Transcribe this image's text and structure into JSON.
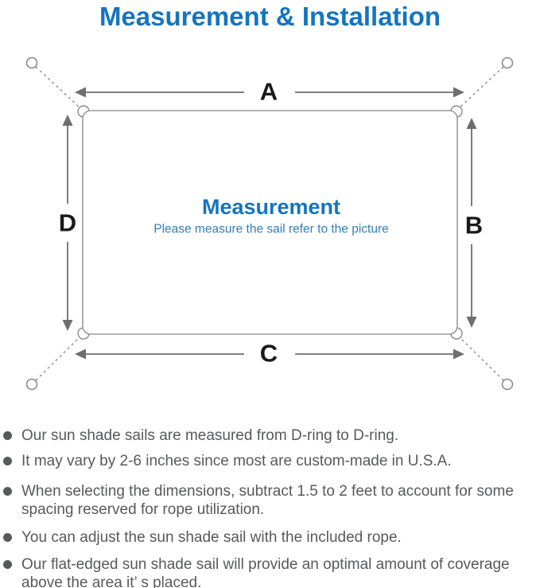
{
  "title": "Measurement & Installation",
  "diagram": {
    "center_title": "Measurement",
    "center_subtitle": "Please measure the sail refer to the picture",
    "labels": {
      "top": "A",
      "right": "B",
      "bottom": "C",
      "left": "D"
    }
  },
  "notes": [
    "Our sun shade sails are measured from D-ring to D-ring.",
    "It may vary by 2-6 inches since most are custom-made in U.S.A.",
    "When selecting the dimensions, subtract 1.5 to 2 feet to account for some spacing reserved for rope utilization.",
    "You can adjust the sun shade sail with the included rope.",
    "Our flat-edged sun shade sail will provide an optimal amount of coverage above the area it’ s placed."
  ],
  "colors": {
    "title_blue": "#1574c0",
    "subtitle_blue": "#2e80b9",
    "text_gray": "#58595b",
    "line_gray": "#9b9b9b",
    "dash_gray": "#8a8a8a",
    "arrow_gray": "#6e6e6e",
    "label_black": "#1a1a1a"
  }
}
